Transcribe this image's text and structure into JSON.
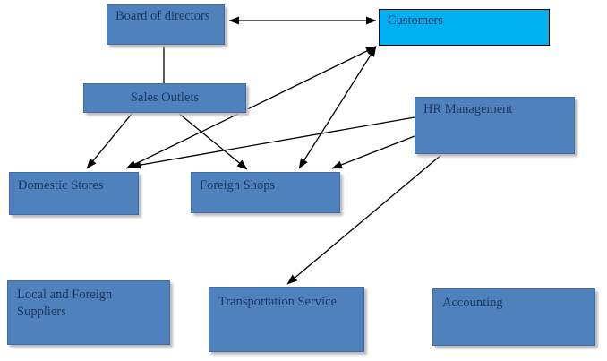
{
  "diagram": {
    "type": "org-flow-diagram",
    "background": "#ffffff",
    "colors": {
      "node_fill": "#4f81bd",
      "node_border": "#3e6ba5",
      "highlight_fill": "#00b0f0",
      "highlight_border": "#000000",
      "text": "#1f3864",
      "connector": "#000000",
      "shadow": "#bdbdbd"
    },
    "nodes": [
      {
        "id": "board",
        "label": "Board of directors",
        "highlighted": false
      },
      {
        "id": "customers",
        "label": "Customers",
        "highlighted": true
      },
      {
        "id": "sales",
        "label": "Sales Outlets",
        "highlighted": false
      },
      {
        "id": "hr",
        "label": "HR Management",
        "highlighted": false
      },
      {
        "id": "domestic",
        "label": "Domestic Stores",
        "highlighted": false
      },
      {
        "id": "foreign",
        "label": "Foreign Shops",
        "highlighted": false
      },
      {
        "id": "suppliers",
        "label": "Local and Foreign Suppliers",
        "highlighted": false
      },
      {
        "id": "transport",
        "label": "Transportation Service",
        "highlighted": false
      },
      {
        "id": "accounting",
        "label": "Accounting",
        "highlighted": false
      }
    ],
    "edges": [
      {
        "from": "board",
        "to": "sales",
        "arrows": "none"
      },
      {
        "from": "board",
        "to": "customers",
        "arrows": "both"
      },
      {
        "from": "sales",
        "to": "domestic",
        "arrows": "end"
      },
      {
        "from": "sales",
        "to": "foreign",
        "arrows": "end"
      },
      {
        "from": "customers",
        "to": "domestic",
        "arrows": "both"
      },
      {
        "from": "customers",
        "to": "foreign",
        "arrows": "both"
      },
      {
        "from": "hr",
        "to": "domestic",
        "arrows": "end"
      },
      {
        "from": "hr",
        "to": "foreign",
        "arrows": "end"
      },
      {
        "from": "hr",
        "to": "transport",
        "arrows": "end"
      }
    ]
  }
}
